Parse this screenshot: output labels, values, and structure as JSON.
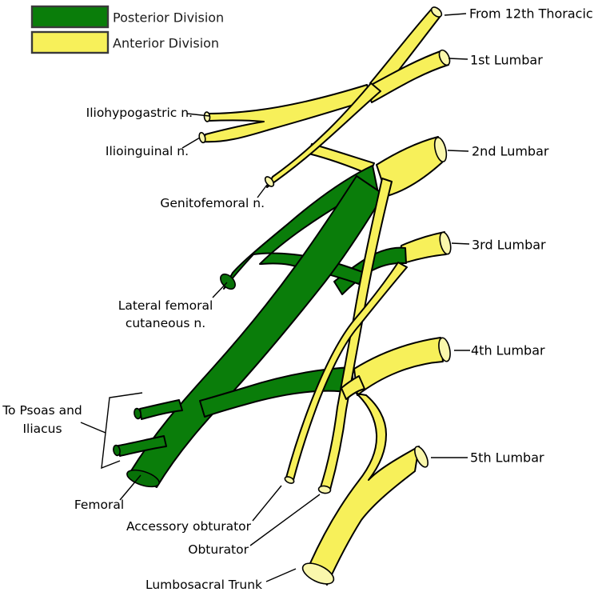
{
  "colors": {
    "posterior_division": "#0A7D0A",
    "posterior_cap": "#087208",
    "anterior_division": "#F7F05A",
    "anterior_cap": "#FAF7AC",
    "outline": "#000000",
    "background": "#FFFFFF"
  },
  "legend": {
    "items": [
      {
        "label": "Posterior Division",
        "division": "posterior"
      },
      {
        "label": "Anterior Division",
        "division": "anterior"
      }
    ]
  },
  "spinal_roots": [
    {
      "label": "From 12th Thoracic"
    },
    {
      "label": "1st Lumbar"
    },
    {
      "label": "2nd Lumbar"
    },
    {
      "label": "3rd Lumbar"
    },
    {
      "label": "4th Lumbar"
    },
    {
      "label": "5th Lumbar"
    }
  ],
  "nerves": [
    {
      "label": "Iliohypogastric n."
    },
    {
      "label": "Ilioinguinal n."
    },
    {
      "label": "Genitofemoral n."
    },
    {
      "lines": [
        "Lateral femoral",
        "cutaneous n."
      ]
    },
    {
      "lines": [
        "To Psoas and",
        "Iliacus"
      ]
    },
    {
      "label": "Femoral"
    },
    {
      "label": "Accessory obturator"
    },
    {
      "label": "Obturator"
    },
    {
      "label": "Lumbosacral Trunk"
    }
  ]
}
